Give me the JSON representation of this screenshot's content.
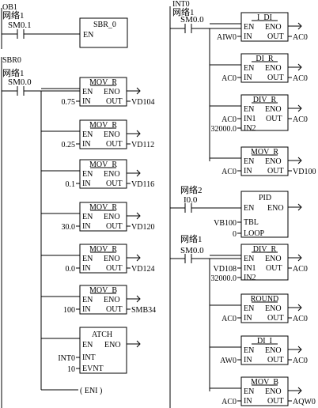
{
  "programs": {
    "ob1": {
      "title": "OB1",
      "networks": [
        {
          "label": "网络1",
          "contact": "SM0.1",
          "call": {
            "name": "SBR_0",
            "en": "EN"
          }
        }
      ]
    },
    "sbr0": {
      "title": "SBR0",
      "network_label": "网络1",
      "contact": "SM0.0",
      "blocks": [
        {
          "name": "MOV_R",
          "en": "EN",
          "eno": "ENO",
          "in_label": "IN",
          "out_label": "OUT",
          "in_value": "0.75",
          "out_value": "VD104"
        },
        {
          "name": "MOV_R",
          "en": "EN",
          "eno": "ENO",
          "in_label": "IN",
          "out_label": "OUT",
          "in_value": "0.25",
          "out_value": "VD112"
        },
        {
          "name": "MOV_R",
          "en": "EN",
          "eno": "ENO",
          "in_label": "IN",
          "out_label": "OUT",
          "in_value": "0.1",
          "out_value": "VD116"
        },
        {
          "name": "MOV_R",
          "en": "EN",
          "eno": "ENO",
          "in_label": "IN",
          "out_label": "OUT",
          "in_value": "30.0",
          "out_value": "VD120"
        },
        {
          "name": "MOV_R",
          "en": "EN",
          "eno": "ENO",
          "in_label": "IN",
          "out_label": "OUT",
          "in_value": "0.0",
          "out_value": "VD124"
        },
        {
          "name": "MOV_B",
          "en": "EN",
          "eno": "ENO",
          "in_label": "IN",
          "out_label": "OUT",
          "in_value": "100",
          "out_value": "SMB34"
        }
      ],
      "attach": {
        "name": "ATCH",
        "en": "EN",
        "eno": "ENO",
        "int_label": "INT",
        "evnt_label": "EVNT",
        "int_value": "INT0",
        "evnt_value": "10"
      },
      "coil": "( ENI )"
    },
    "int0": {
      "title": "INT0",
      "networks": [
        {
          "label": "网络1",
          "contact": "SM0.0",
          "blocks": [
            {
              "name": "I_DI",
              "en": "EN",
              "eno": "ENO",
              "in_label": "IN",
              "out_label": "OUT",
              "in_value": "AIW0",
              "out_value": "AC0"
            },
            {
              "name": "DI_R",
              "en": "EN",
              "eno": "ENO",
              "in_label": "IN",
              "out_label": "OUT",
              "in_value": "AC0",
              "out_value": "AC0"
            },
            {
              "name": "DIV_R",
              "en": "EN",
              "eno": "ENO",
              "in1_label": "IN1",
              "in2_label": "IN2",
              "out_label": "OUT",
              "in1_value": "AC0",
              "in2_value": "32000.0",
              "out_value": "AC0"
            },
            {
              "name": "MOV_R",
              "en": "EN",
              "eno": "ENO",
              "in_label": "IN",
              "out_label": "OUT",
              "in_value": "AC0",
              "out_value": "VD100"
            }
          ]
        },
        {
          "label": "网络2",
          "contact": "I0.0",
          "pid": {
            "name": "PID",
            "en": "EN",
            "eno": "ENO",
            "tbl_label": "TBL",
            "loop_label": "LOOP",
            "tbl_value": "VB100",
            "loop_value": "0"
          }
        },
        {
          "label": "网络1",
          "contact": "SM0.0",
          "blocks": [
            {
              "name": "DIV_R",
              "en": "EN",
              "eno": "ENO",
              "in1_label": "IN1",
              "in2_label": "IN2",
              "out_label": "OUT",
              "in1_value": "VD108",
              "in2_value": "32000.0",
              "out_value": "AC0"
            },
            {
              "name": "ROUND",
              "en": "EN",
              "eno": "ENO",
              "in_label": "IN",
              "out_label": "OUT",
              "in_value": "AC0",
              "out_value": "AC0"
            },
            {
              "name": "DI_I",
              "en": "EN",
              "eno": "ENO",
              "in_label": "IN",
              "out_label": "OUT",
              "in_value": "AW0",
              "out_value": "AC0"
            },
            {
              "name": "MOV_B",
              "en": "EN",
              "eno": "ENO",
              "in_label": "IN",
              "out_label": "OUT",
              "in_value": "AC0",
              "out_value": "AQW0"
            }
          ]
        }
      ]
    }
  }
}
